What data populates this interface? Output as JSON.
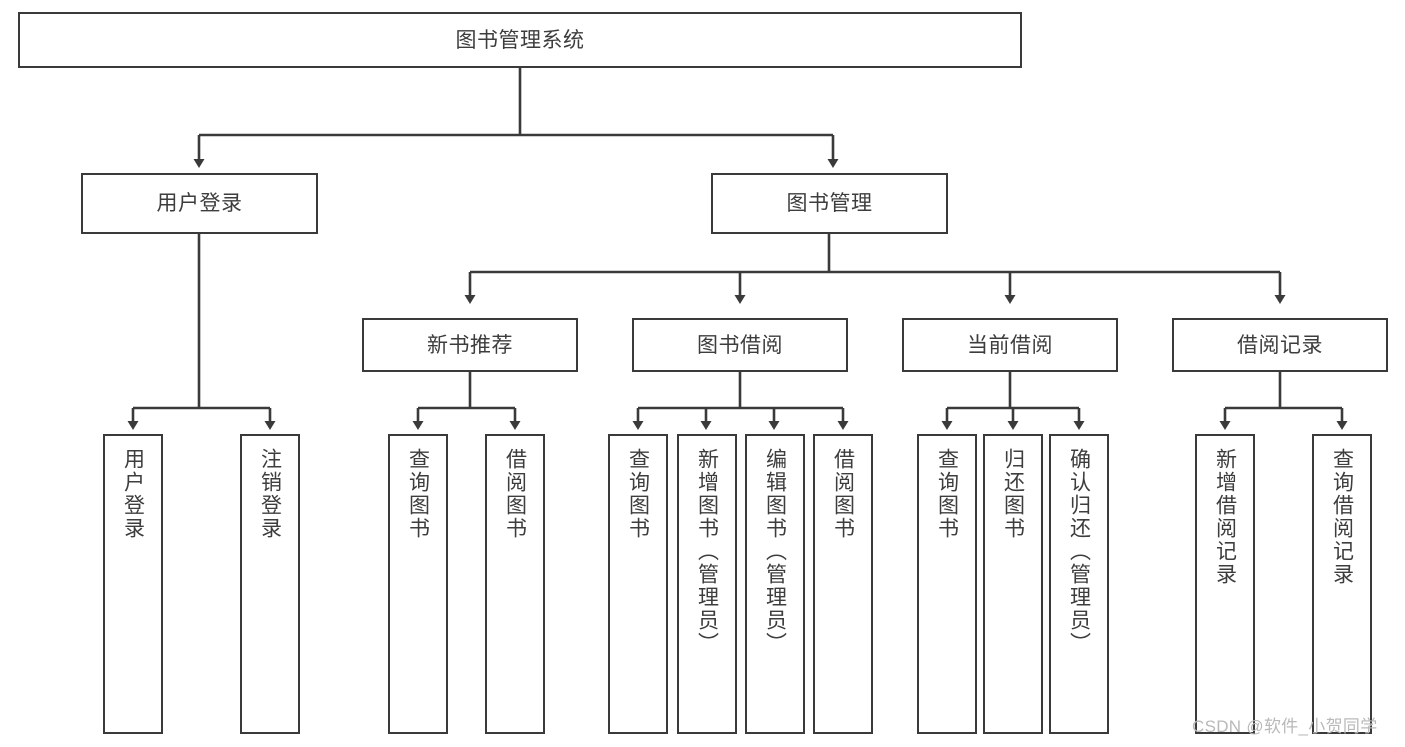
{
  "diagram": {
    "title": "图书管理系统",
    "watermark": "CSDN @软件_小贺同学",
    "colors": {
      "stroke": "#3a3a3a",
      "text": "#3d3d3d",
      "background": "#ffffff",
      "watermark": "#b9b9b9"
    },
    "root": {
      "label": "图书管理系统"
    },
    "level2": [
      {
        "label": "用户登录"
      },
      {
        "label": "图书管理"
      }
    ],
    "level3": [
      {
        "label": "新书推荐"
      },
      {
        "label": "图书借阅"
      },
      {
        "label": "当前借阅"
      },
      {
        "label": "借阅记录"
      }
    ],
    "leaves": {
      "user_login": [
        {
          "label": "用户登录"
        },
        {
          "label": "注销登录"
        }
      ],
      "new_book_recommend": [
        {
          "label": "查询图书"
        },
        {
          "label": "借阅图书"
        }
      ],
      "book_borrow": [
        {
          "label": "查询图书"
        },
        {
          "label": "新增图书（管理员）"
        },
        {
          "label": "编辑图书（管理员）"
        },
        {
          "label": "借阅图书"
        }
      ],
      "current_borrow": [
        {
          "label": "查询图书"
        },
        {
          "label": "归还图书"
        },
        {
          "label": "确认归还（管理员）"
        }
      ],
      "borrow_record": [
        {
          "label": "新增借阅记录"
        },
        {
          "label": "查询借阅记录"
        }
      ]
    }
  }
}
